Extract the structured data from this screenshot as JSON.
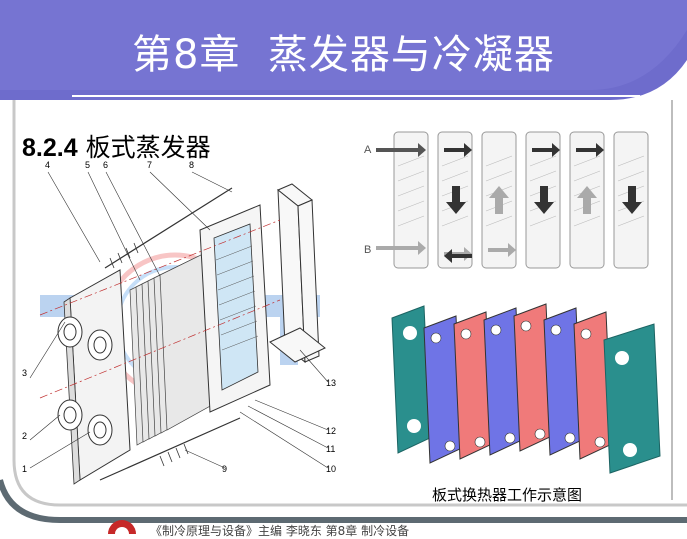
{
  "slide": {
    "title": "第8章  蒸发器与冷凝器",
    "section_number": "8.2.4",
    "section_title": "板式蒸发器",
    "caption": "板式换热器工作示意图",
    "footer": "《制冷原理与设备》主编 李晓东 第8章 制冷设备"
  },
  "exploded_diagram": {
    "part_labels": [
      "1",
      "2",
      "3",
      "4",
      "5",
      "6",
      "7",
      "8",
      "9",
      "10",
      "11",
      "12",
      "13"
    ]
  },
  "flow_diagram": {
    "inlet_labels": [
      "A",
      "B"
    ]
  },
  "colors": {
    "header": "#6e6ccc",
    "header_accent": "#8887d8",
    "hot_plate": "#f07a7a",
    "cold_plate": "#6f74e6",
    "frame": "#2a8f8d"
  }
}
